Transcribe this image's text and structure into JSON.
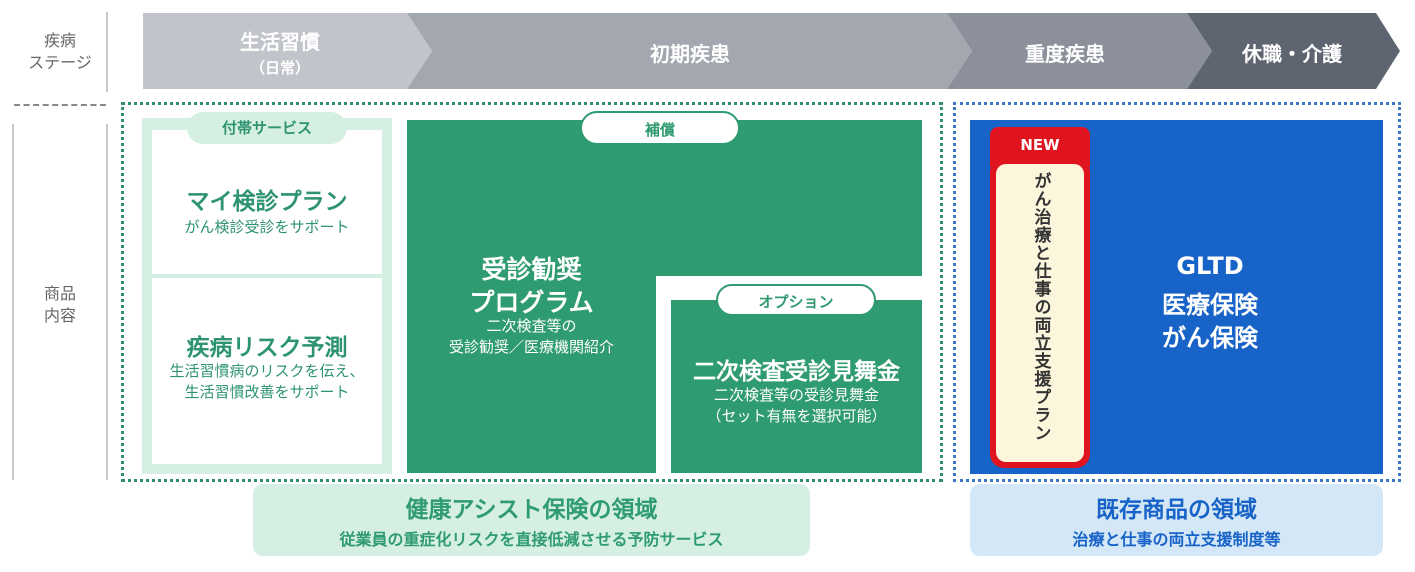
{
  "left_labels": {
    "stage_line1": "疾病",
    "stage_line2": "ステージ",
    "product_line1": "商品",
    "product_line2": "内容"
  },
  "stages": [
    {
      "label": "生活習慣",
      "sub": "（日常）"
    },
    {
      "label": "初期疾患"
    },
    {
      "label": "重度疾患"
    },
    {
      "label": "休職・介護"
    }
  ],
  "colors": {
    "stage1": "#c1c4ca",
    "stage2": "#a3a8b0",
    "stage3": "#8b909a",
    "stage4": "#5e6470",
    "dark_green": "#2f9b70",
    "light_green": "#d6efe3",
    "blue": "#1863c8",
    "new_red": "#e0141e",
    "cream": "#fbf6dc"
  },
  "futai": {
    "tag": "付帯サービス",
    "plan_title": "マイ検診プラン",
    "plan_sub": "がん検診受診をサポート",
    "risk_title": "疾病リスク予測",
    "risk_sub1": "生活習慣病のリスクを伝え、",
    "risk_sub2": "生活習慣改善をサポート"
  },
  "hosho": {
    "tag": "補償",
    "program_title1": "受診勧奨",
    "program_title2": "プログラム",
    "program_sub1": "二次検査等の",
    "program_sub2": "受診勧奨／医療機関紹介"
  },
  "option": {
    "tag": "オプション",
    "title": "二次検査受診見舞金",
    "sub1": "二次検査等の受診見舞金",
    "sub2": "（セット有無を選択可能）"
  },
  "new_plan": {
    "badge": "NEW",
    "text": "がん治療と仕事の両立支援プラン"
  },
  "existing": {
    "line1": "GLTD",
    "line2": "医療保険",
    "line3": "がん保険"
  },
  "bottom_green": {
    "title": "健康アシスト保険の領域",
    "sub": "従業員の重症化リスクを直接低減させる予防サービス"
  },
  "bottom_blue": {
    "title": "既存商品の領域",
    "sub": "治療と仕事の両立支援制度等"
  }
}
